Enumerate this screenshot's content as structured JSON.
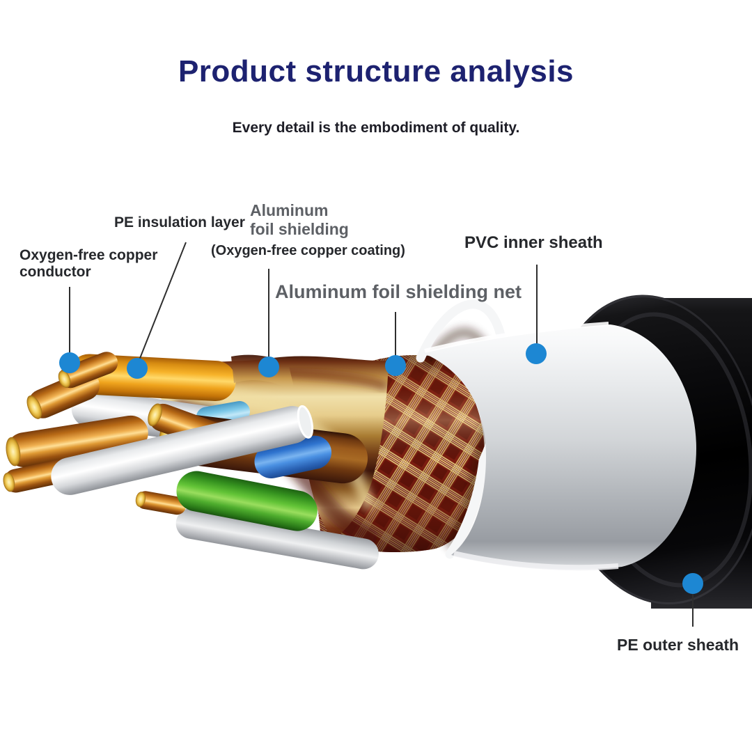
{
  "page": {
    "background": "#ffffff"
  },
  "header": {
    "title": "Product structure analysis",
    "subtitle": "Every detail is the embodiment of quality."
  },
  "callouts": {
    "oxygen_free_copper_conductor": {
      "line1": "Oxygen-free copper",
      "line2": "conductor"
    },
    "pe_insulation_layer": {
      "text": "PE insulation layer"
    },
    "aluminum_foil_shielding": {
      "line1": "Aluminum",
      "line2": "foil shielding",
      "note": "(Oxygen-free copper coating)"
    },
    "aluminum_foil_shielding_net": {
      "text": "Aluminum foil shielding net"
    },
    "pvc_inner_sheath": {
      "text": "PVC inner sheath"
    },
    "pe_outer_sheath": {
      "text": "PE outer sheath"
    }
  },
  "colors": {
    "title_navy": "#1d2270",
    "label_dark": "#26282c",
    "label_gray": "#5d6065",
    "callout_dot_blue": "#1d87d3",
    "leader_line": "#2e2e2e",
    "copper": "#c97a1e",
    "gold_tip": "#f5d66a",
    "wire_orange": "#f2a91e",
    "wire_white": "#eef0f2",
    "wire_brown": "#7a4418",
    "wire_green": "#4fae2e",
    "wire_blue": "#3f86dc",
    "wire_cyan": "#7cc8e8",
    "foil_gold": "#d9b765",
    "mesh_red": "#7e1d10",
    "mesh_gold": "#d9b567",
    "inner_sheath_white": "#e9ebed",
    "outer_sheath_black": "#0b0b0d"
  }
}
